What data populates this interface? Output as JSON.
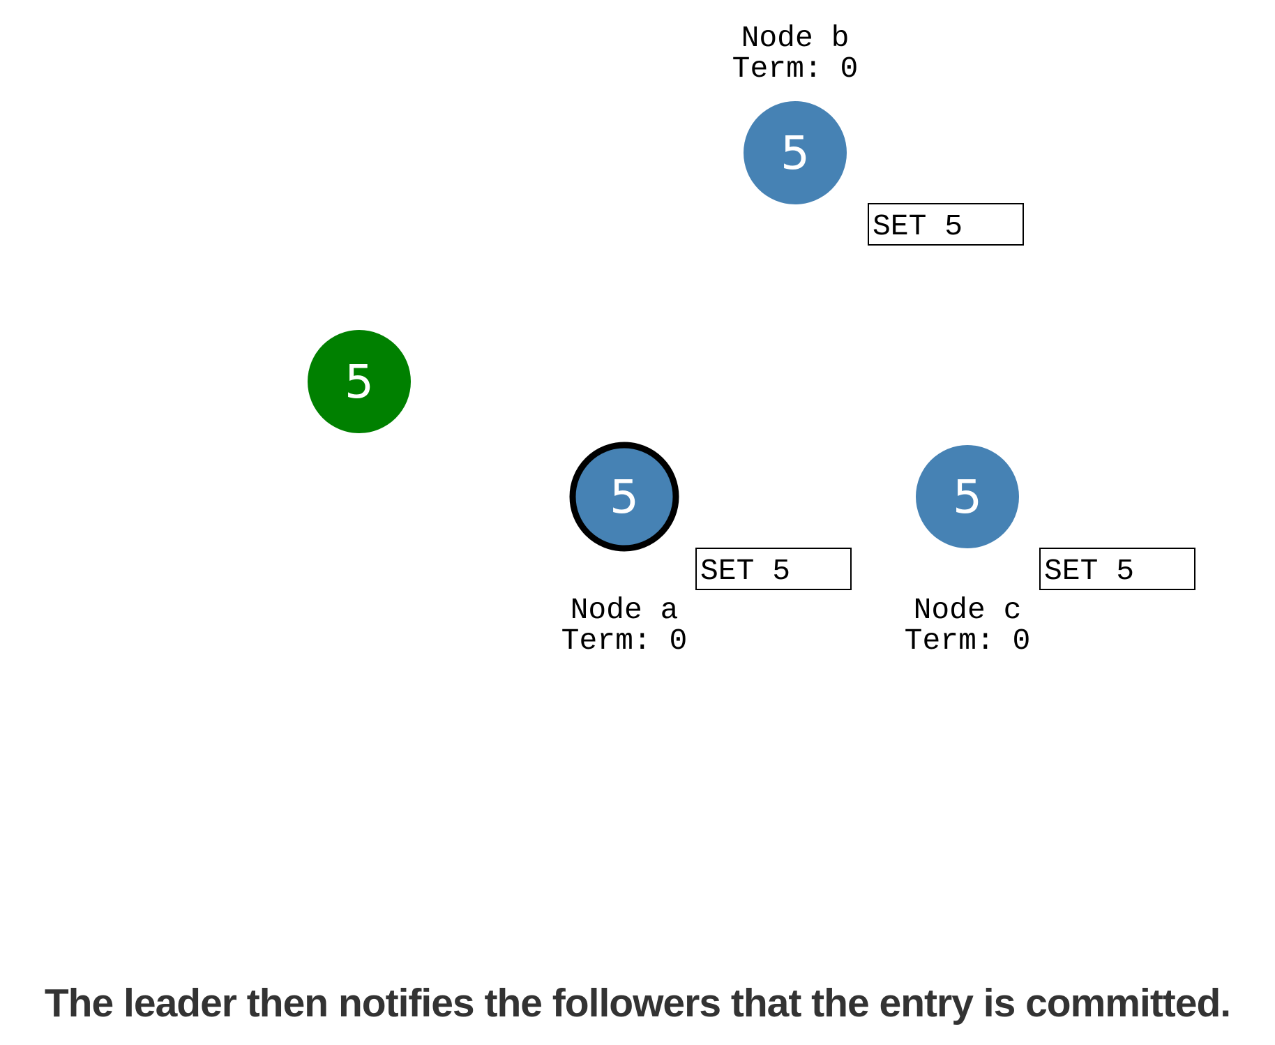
{
  "colors": {
    "client": "#008000",
    "node": "#4682b4",
    "leader_ring": "#000000",
    "caption": "#333333"
  },
  "client": {
    "value": "5"
  },
  "nodes": [
    {
      "name": "Node b",
      "term": "Term: 0",
      "value": "5",
      "log_entry": "SET 5",
      "is_leader": false
    },
    {
      "name": "Node a",
      "term": "Term: 0",
      "value": "5",
      "log_entry": "SET 5",
      "is_leader": true
    },
    {
      "name": "Node c",
      "term": "Term: 0",
      "value": "5",
      "log_entry": "SET 5",
      "is_leader": false
    }
  ],
  "caption": "The leader then notifies the followers that the entry is committed."
}
